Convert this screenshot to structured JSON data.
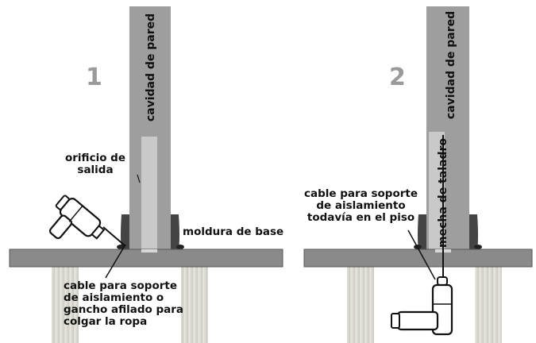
{
  "panel1": {
    "number": "1",
    "wall_label": "cavidad de pared",
    "exit_label": [
      "orificio de",
      "salida"
    ],
    "base_label": "moldura de base",
    "cable_label": [
      "cable para soporte",
      "de aislamiento o",
      "gancho afilado para",
      "colgar la ropa"
    ]
  },
  "panel2": {
    "number": "2",
    "wall_label": "cavidad de pared",
    "bit_label": "mecha de taladro",
    "cable_label": [
      "cable para soporte",
      "de aislamiento",
      "todavía en el piso"
    ]
  }
}
